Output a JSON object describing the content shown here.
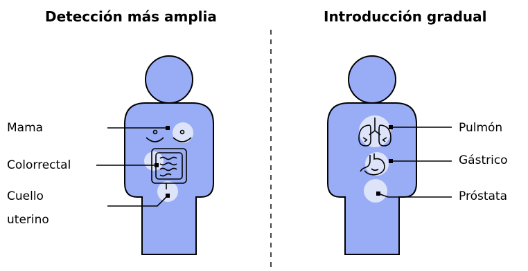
{
  "left_panel": {
    "heading": "Detección más amplia",
    "labels": {
      "breast": "Mama",
      "colorectal": "Colorrectal",
      "cervix_line1": "Cuello",
      "cervix_line2": "uterino"
    }
  },
  "right_panel": {
    "heading": "Introducción gradual",
    "labels": {
      "lung": "Pulmón",
      "gastric": "Gástrico",
      "prostate": "Próstata"
    }
  },
  "colors": {
    "body_fill": "#99adf7",
    "outline": "#000000",
    "highlight": "#dde4f9",
    "divider": "#444444"
  }
}
